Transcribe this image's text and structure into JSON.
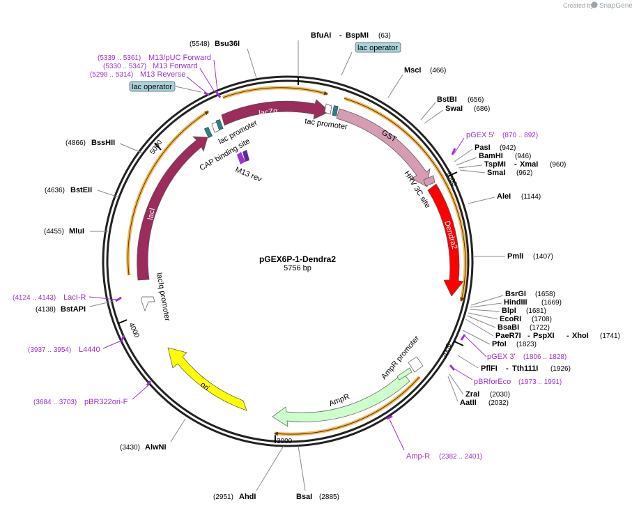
{
  "plasmid": {
    "name": "pGEX6P-1-Dendra2",
    "length": "5756 bp"
  },
  "credit": {
    "prefix": "Created by",
    "brand": "SnapGene"
  },
  "ticks": [
    "1000",
    "2000",
    "3000",
    "4000",
    "5000"
  ],
  "features": {
    "lacZa": "lacZα",
    "lacI": "lacI",
    "GST": "GST",
    "Dendra2": "Dendra2",
    "ori": "ori",
    "AmpR": "AmpR",
    "tac_promoter": "tac promoter",
    "lac_promoter": "lac promoter",
    "CAP_site": "CAP binding site",
    "M13_rev": "M13 rev",
    "HRV_site": "HRV 3C site",
    "AmpR_promoter": "AmpR promoter",
    "lacIq_promoter": "lacIq promoter",
    "lac_operator_top": "lac operator",
    "lac_operator_left": "lac operator"
  },
  "sites": {
    "bfuai": "BfuAI",
    "bfuai_dash": "-",
    "bspmi": "BspMI",
    "bfuai_pos": "(63)",
    "bsu36i": "Bsu36I",
    "bsu36i_pos": "(5548)",
    "msci": "MscI",
    "msci_pos": "(466)",
    "bstbi": "BstBI",
    "bstbi_pos": "(656)",
    "swai": "SwaI",
    "swai_pos": "(686)",
    "pasi": "PasI",
    "pasi_pos": "(942)",
    "bamhi": "BamHI",
    "bamhi_pos": "(946)",
    "tspmi": "TspMI",
    "tspmi_dash": "-",
    "xmai": "XmaI",
    "tspmi_pos": "(960)",
    "smai": "SmaI",
    "smai_pos": "(962)",
    "alei": "AleI",
    "alei_pos": "(1144)",
    "pmli": "PmlI",
    "pmli_pos": "(1407)",
    "bsrgi": "BsrGI",
    "bsrgi_pos": "(1658)",
    "hindiii": "HindIII",
    "hindiii_pos": "(1669)",
    "blpi": "BlpI",
    "blpi_pos": "(1681)",
    "ecori": "EcoRI",
    "ecori_pos": "(1708)",
    "bsabi": "BsaBI",
    "bsabi_pos": "(1722)",
    "paer7i": "PaeR7I",
    "paer7i_dash": "-",
    "pspxi": "PspXI",
    "pspxi_dash": "-",
    "xhoi": "XhoI",
    "paer7i_pos": "(1741)",
    "pfoi": "PfoI",
    "pfoi_pos": "(1823)",
    "pflfi": "PflFI",
    "pflfi_dash": "-",
    "tth111i": "Tth111I",
    "pflfi_pos": "(1926)",
    "zrai": "ZraI",
    "zrai_pos": "(2030)",
    "aatii": "AatII",
    "aatii_pos": "(2032)",
    "bsai": "BsaI",
    "bsai_pos": "(2885)",
    "ahdi": "AhdI",
    "ahdi_pos": "(2951)",
    "alwni": "AlwNI",
    "alwni_pos": "(3430)",
    "bstapi": "BstAPI",
    "bstapi_pos": "(4138)",
    "mlui": "MluI",
    "mlui_pos": "(4455)",
    "bsteii": "BstEII",
    "bsteii_pos": "(4636)",
    "bsshii": "BssHII",
    "bsshii_pos": "(4866)"
  },
  "primers": {
    "m13puc": "M13/pUC Forward",
    "m13puc_pos": "(5339 .. 5361)",
    "m13fwd": "M13 Forward",
    "m13fwd_pos": "(5330 .. 5347)",
    "m13rev": "M13 Reverse",
    "m13rev_pos": "(5298 .. 5314)",
    "pgex5": "pGEX 5'",
    "pgex5_pos": "(870 .. 892)",
    "pgex3": "pGEX 3'",
    "pgex3_pos": "(1806 .. 1828)",
    "pbrfor": "pBRforEco",
    "pbrfor_pos": "(1973 .. 1991)",
    "ampr": "Amp-R",
    "ampr_pos": "(2382 .. 2401)",
    "pbr322": "pBR322ori-F",
    "pbr322_pos": "(3684 .. 3703)",
    "l4440": "L4440",
    "l4440_pos": "(3937 .. 3954)",
    "laci_r": "LacI-R",
    "laci_r_pos": "(4124 .. 4143)"
  },
  "colors": {
    "lacZa": "#9b2c5c",
    "lacI": "#9b2c5c",
    "GST": "#d59cb4",
    "Dendra2": "#ff0000",
    "ori": "#ffff00",
    "AmpR": "#ccffcc",
    "operator": "#a9d3dc",
    "primer": "#9a31d3",
    "orange": "#f2b95b"
  }
}
